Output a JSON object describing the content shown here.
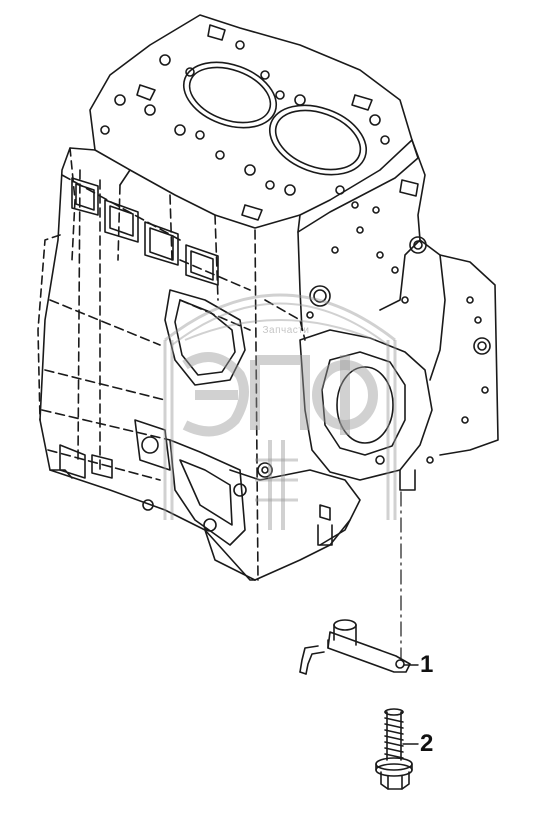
{
  "callouts": [
    {
      "number": "1",
      "part": "oil-pipe-bracket"
    },
    {
      "number": "2",
      "part": "flange-bolt"
    }
  ],
  "watermark": {
    "text": "Запчасти",
    "monogram": "ЭПФ"
  },
  "colors": {
    "line": "#1a1a1a",
    "watermark": "#9a9a9a",
    "background": "#ffffff"
  }
}
